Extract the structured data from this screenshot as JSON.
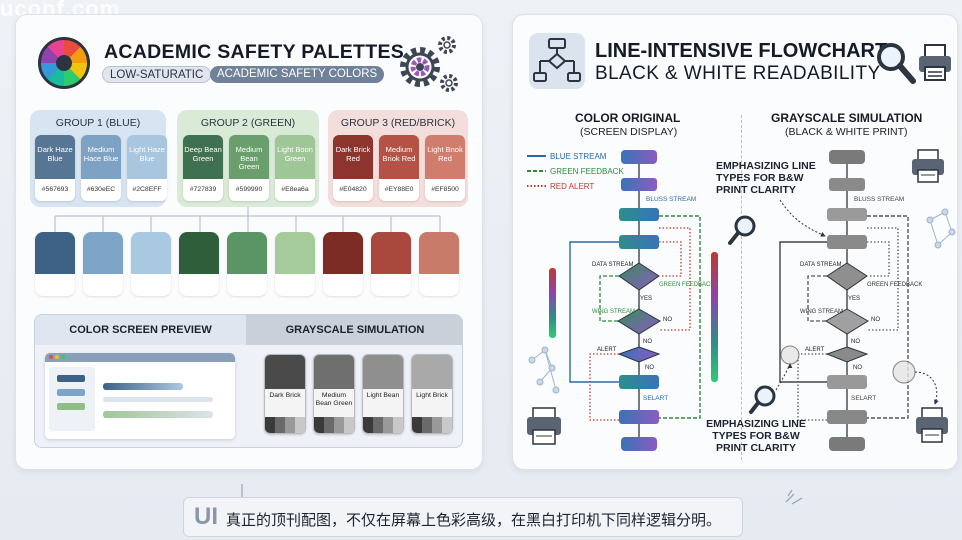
{
  "watermark": "uconf.com",
  "left": {
    "title": "ACADEMIC SAFETY PALETTES",
    "chip_low": "LOW-SATURATIC",
    "chip_academic": "ACADEMIC SAFETY COLORS",
    "groups": [
      {
        "label": "GROUP 1 (BLUE)",
        "box_color": "#d7e4f1",
        "swatches": [
          {
            "name": "Dark Haze Blue",
            "hex": "#567693",
            "color": "#567693"
          },
          {
            "name": "Medium Hace Blue",
            "hex": "#630eEC",
            "color": "#7ea2c4"
          },
          {
            "name": "Light Haze Blue",
            "hex": "#2C8EFF",
            "color": "#a9c6df"
          }
        ]
      },
      {
        "label": "GROUP 2 (GREEN)",
        "box_color": "#d9ebd7",
        "swatches": [
          {
            "name": "Deep Bean Green",
            "hex": "#727839",
            "color": "#3f7150"
          },
          {
            "name": "Medium Bean Green",
            "hex": "#599990",
            "color": "#6a9e6c"
          },
          {
            "name": "Light Boon Green",
            "hex": "#E8ea6a",
            "color": "#9fc697"
          }
        ]
      },
      {
        "label": "GROUP 3 (RED/BRICK)",
        "box_color": "#f3dedb",
        "swatches": [
          {
            "name": "Dark Brick Red",
            "hex": "#E04820",
            "color": "#8e342e"
          },
          {
            "name": "Medium Briok Red",
            "hex": "#EY88E0",
            "color": "#b45245"
          },
          {
            "name": "Light Bnok Red",
            "hex": "#EF8500",
            "color": "#d07d6e"
          }
        ]
      }
    ],
    "tiles": [
      "#3e6285",
      "#7ea4c8",
      "#a9c8e2",
      "#2f5e3b",
      "#5b9566",
      "#a5cb9a",
      "#7c2b25",
      "#a9493d",
      "#c97b6a"
    ],
    "preview": {
      "tab_color": "COLOR SCREEN PREVIEW",
      "tab_gray": "GRAYSCALE SIMULATION",
      "gray_cards": [
        {
          "label": "Dark Brick",
          "color": "#4a4a4a"
        },
        {
          "label": "Medium Bean Green",
          "color": "#6f6f6f"
        },
        {
          "label": "Light Bean",
          "color": "#8f8f8f"
        },
        {
          "label": "Light Brick",
          "color": "#a9a9a9"
        }
      ]
    }
  },
  "right": {
    "title1": "LINE-INTENSIVE FLOWCHART",
    "title2": "BLACK & WHITE READABILITY",
    "col_color_title": "COLOR ORIGINAL",
    "col_color_sub": "(SCREEN DISPLAY)",
    "col_gray_title": "GRAYSCALE SIMULATION",
    "col_gray_sub": "(BLACK & WHITE PRINT)",
    "legend": [
      {
        "label": "BLUE STREAM",
        "color": "#2b6aa8"
      },
      {
        "label": "GREEN FEEDBACK",
        "color": "#2f8a3c"
      },
      {
        "label": "RED ALERT",
        "color": "#c0392b"
      }
    ],
    "color_labels": {
      "bluss": "BLUSS STREAM",
      "data_stream": "DATA STREAM",
      "green_feedback": "GREEN FEEDBACK",
      "yes": "YES",
      "wing_stream": "WING STREAM",
      "no1": "NO",
      "no2": "NO",
      "alert": "ALERT",
      "no3": "NO",
      "selart": "SELART"
    },
    "gray_labels": {
      "bluss": "BLUSS STREAM",
      "data_stream": "DATA STREAM",
      "green_feedback": "GREEN FEEDBACK",
      "yes": "YES",
      "wing_stream": "WING STREAM",
      "no1": "NO",
      "no2": "NO",
      "alert": "ALERT",
      "no3": "NO",
      "selart": "SELART"
    },
    "emphasis_top": "EMPHASIZING LINE TYPES FOR B&W PRINT CLARITY",
    "emphasis_bottom": "EMPHASIZING LINE TYPES FOR B&W PRINT CLARITY"
  },
  "caption": {
    "badge": "UI",
    "text": "真正的顶刊配图，不仅在屏幕上色彩高级，在黑白打印机下同样逻辑分明。"
  }
}
